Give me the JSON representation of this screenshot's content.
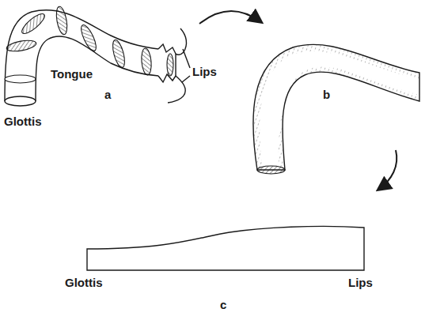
{
  "diagram": {
    "labels": [
      "Lips",
      "Tongue",
      "a",
      "b",
      "Glottis",
      "Glottis",
      "Lips",
      "c"
    ]
  }
}
